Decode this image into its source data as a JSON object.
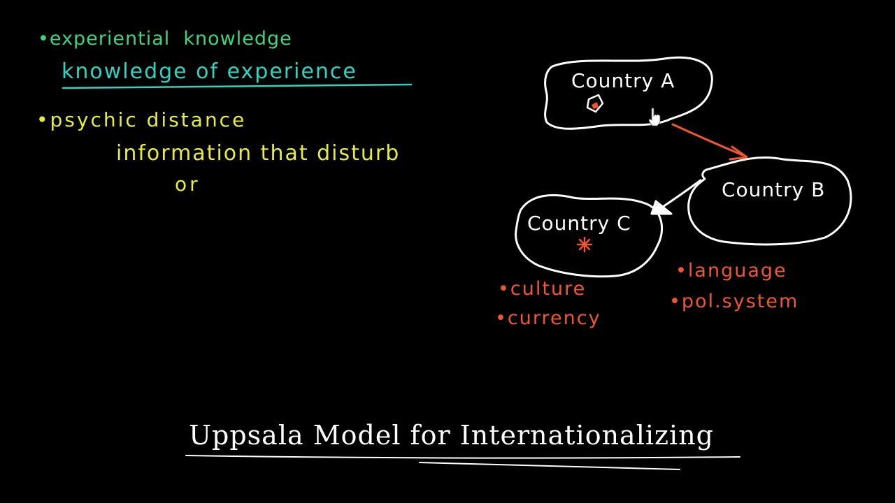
{
  "colors": {
    "background": "#000000",
    "green": "#3dd47a",
    "teal": "#2fd3c2",
    "yellow": "#e8ec3c",
    "white": "#ffffff",
    "orange": "#f0572e"
  },
  "notes": {
    "experiential": "•experiential  knowledge",
    "knowledge_of_experience": "knowledge of experience",
    "psychic_distance": "•psychic distance",
    "information": "information that disturb",
    "or": "or"
  },
  "diagram": {
    "nodes": [
      {
        "id": "A",
        "label": "Country A"
      },
      {
        "id": "B",
        "label": "Country B"
      },
      {
        "id": "C",
        "label": "Country C"
      }
    ],
    "edges": [
      {
        "from": "A",
        "to": "B",
        "color": "orange"
      },
      {
        "from": "B",
        "to": "C",
        "color": "white"
      }
    ],
    "factors_left": [
      "•culture",
      "•currency"
    ],
    "factors_right": [
      "•language",
      "•pol.system"
    ]
  },
  "title": "Uppsala Model for Internationalizing",
  "icons": {
    "cursor": "hand-pointer-icon",
    "home_marker": "pentagon-marker-icon",
    "target_marker": "asterisk-marker-icon"
  }
}
